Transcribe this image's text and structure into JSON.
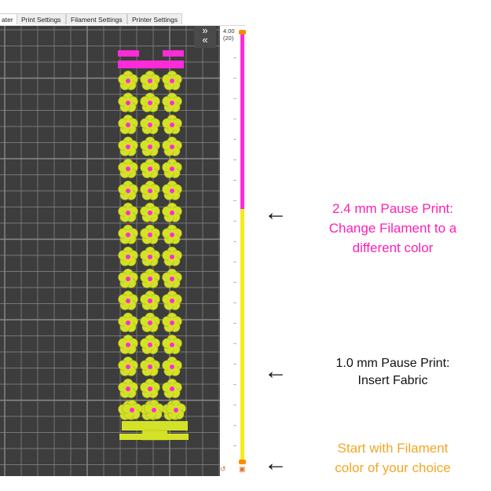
{
  "tabs": [
    {
      "label": "ater",
      "active": true
    },
    {
      "label": "Print Settings",
      "active": false
    },
    {
      "label": "Filament Settings",
      "active": false
    },
    {
      "label": "Printer Settings",
      "active": false
    }
  ],
  "viewport": {
    "collapse_button": {
      "line1": "»",
      "line2": "«"
    },
    "colors": {
      "background": "#3d3d3d",
      "grid": "#8a8a8a",
      "model": "#d4e227",
      "flower_center": "#ff2ad8",
      "top_bar": "#ff2ad8"
    }
  },
  "layer_slider": {
    "top_value": "4.00",
    "top_layer": "(20)",
    "color_change_fraction": 0.41,
    "colors": {
      "upper": "#ff2ad8",
      "lower": "#f7ea1a",
      "thumb": "#ff8a00"
    },
    "bottom_icons": {
      "left": "undo-icon",
      "right": "lock-icon"
    }
  },
  "annotations": {
    "pause_2_4": {
      "arrow": "←",
      "lines": [
        "2.4 mm Pause Print:",
        "Change Filament to a",
        "different color"
      ],
      "color": "#ff1fb4"
    },
    "pause_1_0": {
      "arrow": "←",
      "lines": [
        "1.0 mm Pause Print:",
        "Insert Fabric"
      ],
      "color": "#111111"
    },
    "start": {
      "arrow": "←",
      "lines": [
        "Start with Filament",
        "color of your choice"
      ],
      "color": "#f5a623"
    }
  }
}
